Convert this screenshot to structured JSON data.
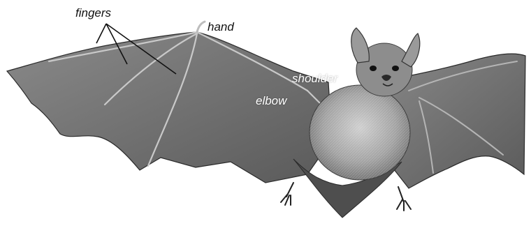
{
  "labels": {
    "fingers": "fingers",
    "hand": "hand",
    "shoulder": "shoulder",
    "elbow": "elbow"
  },
  "colors": {
    "background": "#ffffff",
    "membrane": "#6e6e6e",
    "body_fur": "#9a9a9a",
    "bone_light": "#c9c9c9",
    "pointer_line": "#111111",
    "dark_label": "#111111",
    "light_label": "#ffffff"
  }
}
